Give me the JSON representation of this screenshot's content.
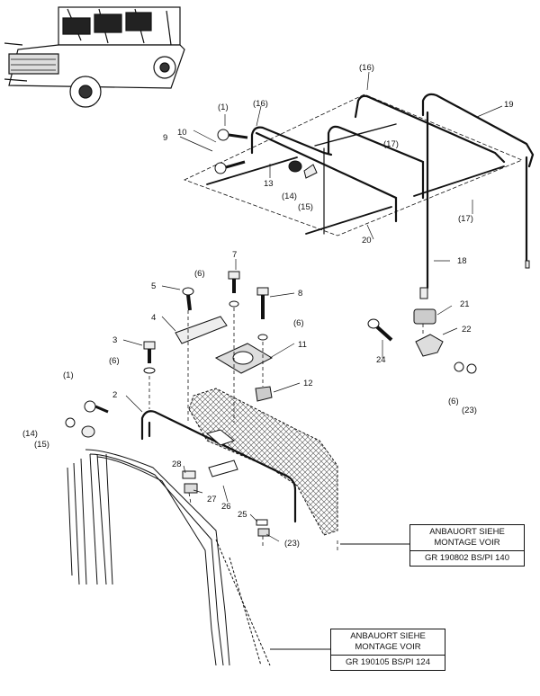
{
  "parts": [
    {
      "id": "p1a",
      "text": "(1)"
    },
    {
      "id": "p1b",
      "text": "(1)"
    },
    {
      "id": "p2",
      "text": "2"
    },
    {
      "id": "p3",
      "text": "3"
    },
    {
      "id": "p4",
      "text": "4"
    },
    {
      "id": "p5",
      "text": "5"
    },
    {
      "id": "p6a",
      "text": "(6)"
    },
    {
      "id": "p6b",
      "text": "(6)"
    },
    {
      "id": "p6c",
      "text": "(6)"
    },
    {
      "id": "p6d",
      "text": "(6)"
    },
    {
      "id": "p7",
      "text": "7"
    },
    {
      "id": "p8",
      "text": "8"
    },
    {
      "id": "p9",
      "text": "9"
    },
    {
      "id": "p10",
      "text": "10"
    },
    {
      "id": "p11",
      "text": "11"
    },
    {
      "id": "p12",
      "text": "12"
    },
    {
      "id": "p13",
      "text": "13"
    },
    {
      "id": "p14a",
      "text": "(14)"
    },
    {
      "id": "p14b",
      "text": "(14)"
    },
    {
      "id": "p15a",
      "text": "(15)"
    },
    {
      "id": "p15b",
      "text": "(15)"
    },
    {
      "id": "p16a",
      "text": "(16)"
    },
    {
      "id": "p16b",
      "text": "(16)"
    },
    {
      "id": "p17a",
      "text": "(17)"
    },
    {
      "id": "p17b",
      "text": "(17)"
    },
    {
      "id": "p18",
      "text": "18"
    },
    {
      "id": "p19",
      "text": "19"
    },
    {
      "id": "p20",
      "text": "20"
    },
    {
      "id": "p21",
      "text": "21"
    },
    {
      "id": "p22",
      "text": "22"
    },
    {
      "id": "p23a",
      "text": "(23)"
    },
    {
      "id": "p23b",
      "text": "(23)"
    },
    {
      "id": "p24",
      "text": "24"
    },
    {
      "id": "p25",
      "text": "25"
    },
    {
      "id": "p26",
      "text": "26"
    },
    {
      "id": "p27",
      "text": "27"
    },
    {
      "id": "p28",
      "text": "28"
    }
  ],
  "reference_boxes": [
    {
      "title": "ANBAUORT SIEHE",
      "title2": "MONTAGE VOIR",
      "ref": "GR 190802  BS/PI 140"
    },
    {
      "title": "ANBAUORT SIEHE",
      "title2": "MONTAGE VOIR",
      "ref": "GR 190105  BS/PI 124"
    }
  ]
}
